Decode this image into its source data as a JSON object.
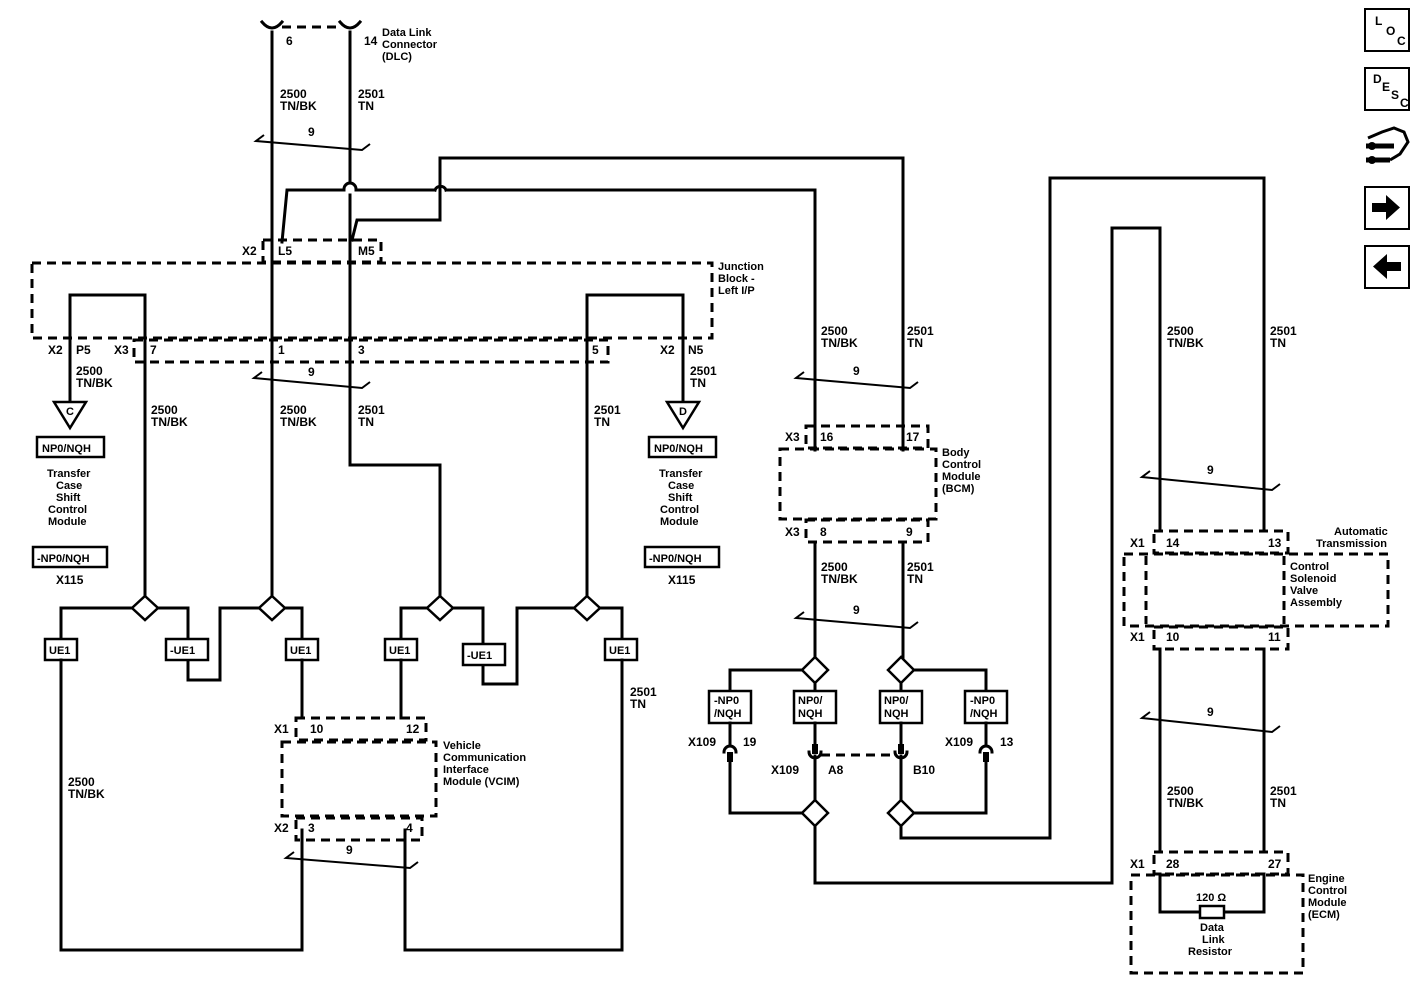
{
  "dlc": {
    "pin6": "6",
    "pin14": "14",
    "name": [
      "Data Link",
      "Connector",
      "(DLC)"
    ]
  },
  "circuits": {
    "c2500": "2500",
    "c2501": "2501",
    "tnbk": "TN/BK",
    "tn": "TN",
    "twist": "9"
  },
  "junction_block": {
    "name": [
      "Junction",
      "Block -",
      "Left I/P"
    ],
    "x2": "X2",
    "x3": "X3",
    "l5": "L5",
    "m5": "M5",
    "p5": "P5",
    "n5": "N5",
    "pin7": "7",
    "pin1": "1",
    "pin3": "3",
    "pin5": "5"
  },
  "tcsm": {
    "c_label": "C",
    "d_label": "D",
    "option": "NP0/NQH",
    "option_neg": "-NP0/NQH",
    "name": [
      "Transfer",
      "Case",
      "Shift",
      "Control",
      "Module"
    ],
    "connector": "X115"
  },
  "ue1": {
    "pos": "UE1",
    "neg": "-UE1"
  },
  "vcim": {
    "name": [
      "Vehicle",
      "Communication",
      "Interface",
      "Module (VCIM)"
    ],
    "x1": "X1",
    "x2": "X2",
    "pin10": "10",
    "pin12": "12",
    "pin3": "3",
    "pin4": "4"
  },
  "bcm": {
    "name": [
      "Body",
      "Control",
      "Module",
      "(BCM)"
    ],
    "x3": "X3",
    "pin16": "16",
    "pin17": "17",
    "pin8": "8",
    "pin9": "9"
  },
  "x109": {
    "x109": "X109",
    "pin19": "19",
    "pinA8": "A8",
    "pinB10": "B10",
    "pin13": "13",
    "np0": [
      "NP0/",
      "NQH"
    ],
    "nnp0": [
      "-NP0",
      "/NQH"
    ]
  },
  "trans": {
    "name": [
      "Automatic",
      "Transmission"
    ],
    "csva": [
      "Control",
      "Solenoid",
      "Valve",
      "Assembly"
    ],
    "x1": "X1",
    "pin14": "14",
    "pin13": "13",
    "pin10": "10",
    "pin11": "11"
  },
  "ecm": {
    "name": [
      "Engine",
      "Control",
      "Module",
      "(ECM)"
    ],
    "x1": "X1",
    "pin28": "28",
    "pin27": "27",
    "resistor_value": "120 Ω",
    "resistor": [
      "Data",
      "Link",
      "Resistor"
    ]
  },
  "nav": {
    "loc": [
      "L",
      "O",
      "C"
    ],
    "desc": [
      "D",
      "E",
      "S",
      "C"
    ]
  },
  "icons": [
    "loc-icon",
    "desc-icon",
    "connector-icon",
    "next-arrow-icon",
    "prev-arrow-icon"
  ]
}
